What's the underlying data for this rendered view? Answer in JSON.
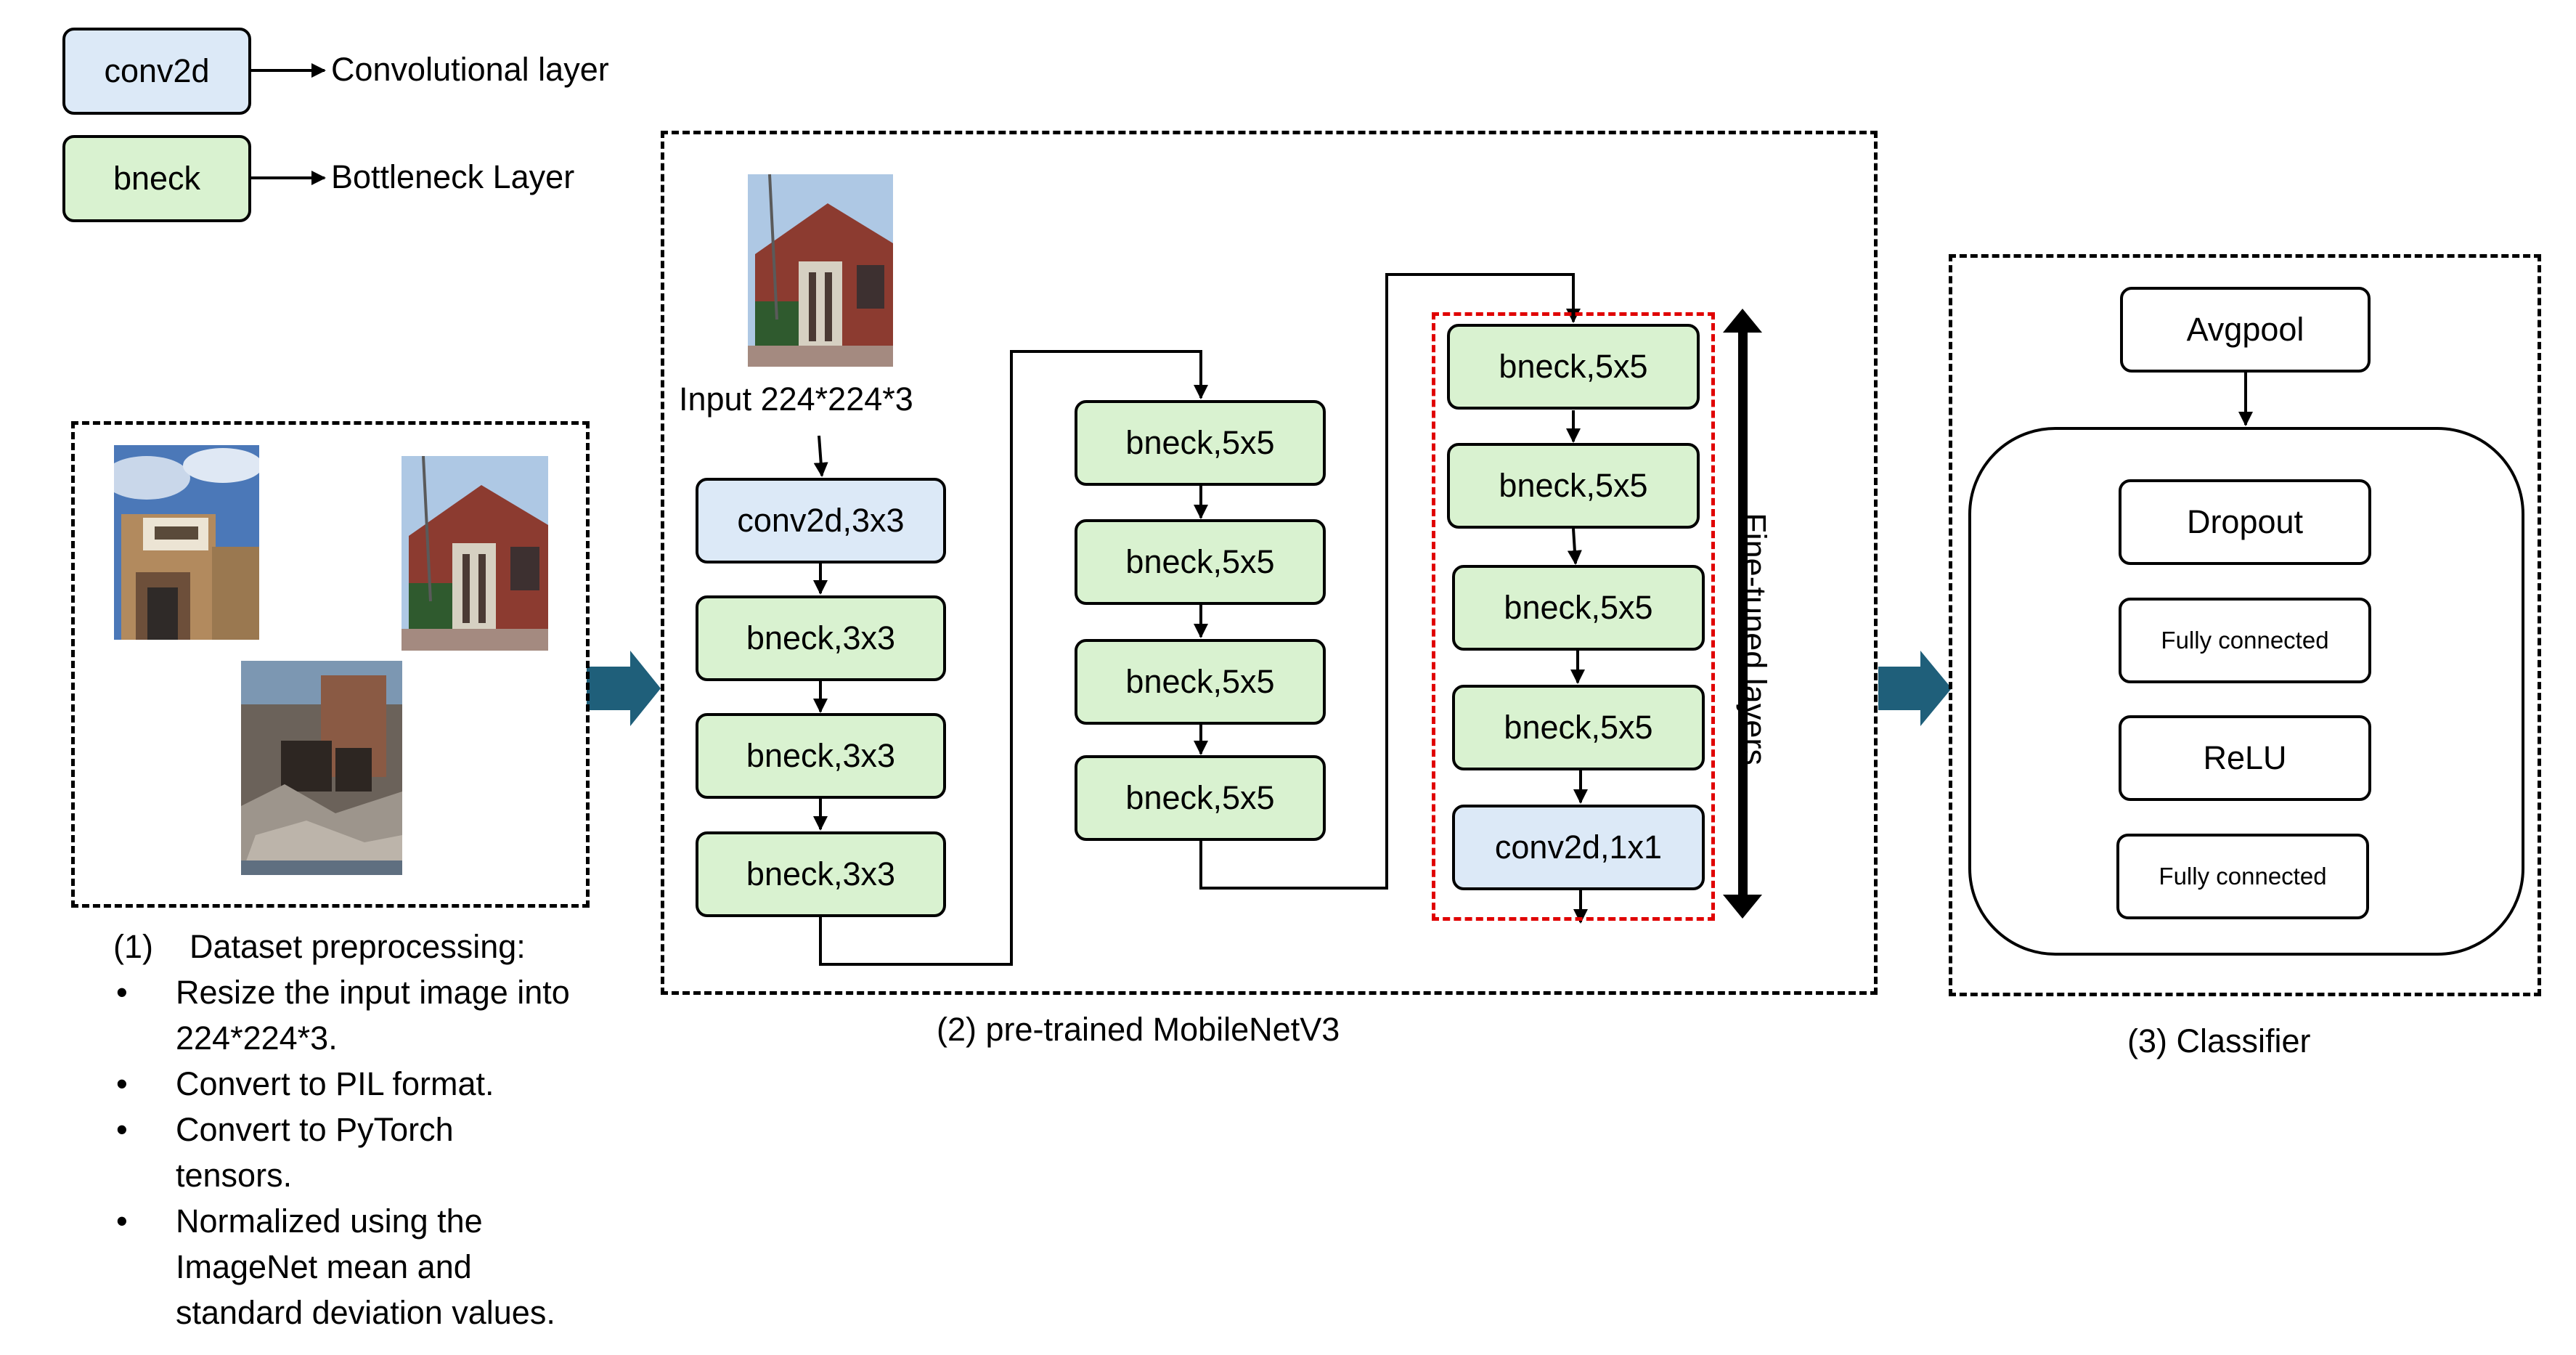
{
  "legend": {
    "conv_box": "conv2d",
    "conv_desc": "Convolutional layer",
    "bneck_box": "bneck",
    "bneck_desc": "Bottleneck Layer"
  },
  "preprocessing": {
    "title_num": "(1)",
    "title": "Dataset preprocessing:",
    "bullets": [
      "Resize the input image into 224*224*3.",
      "Convert to PIL format.",
      "Convert to PyTorch tensors.",
      "Normalized using the ImageNet mean and standard deviation values."
    ],
    "bullet_lines": [
      [
        "Resize the input image into",
        "224*224*3."
      ],
      [
        "Convert to PIL format."
      ],
      [
        "Convert to PyTorch",
        "tensors."
      ],
      [
        "Normalized using the",
        "ImageNet mean and",
        "standard deviation values."
      ]
    ]
  },
  "mobilenet": {
    "input_label": "Input 224*224*3",
    "col1": [
      "conv2d,3x3",
      "bneck,3x3",
      "bneck,3x3",
      "bneck,3x3"
    ],
    "col2": [
      "bneck,5x5",
      "bneck,5x5",
      "bneck,5x5",
      "bneck,5x5"
    ],
    "col3": [
      "bneck,5x5",
      "bneck,5x5",
      "bneck,5x5",
      "bneck,5x5",
      "conv2d,1x1"
    ],
    "fine_tuned_label": "Fine-tuned layers",
    "caption": "(2) pre-trained MobileNetV3"
  },
  "classifier": {
    "avgpool": "Avgpool",
    "dropout": "Dropout",
    "fc1": "Fully connected",
    "relu": "ReLU",
    "fc2": "Fully connected",
    "caption": "(3) Classifier"
  },
  "colors": {
    "bneck_fill": "#d9f2d0",
    "conv_fill": "#dce9f7",
    "big_arrow": "#1f5f7a",
    "finetune_border": "#e00000"
  }
}
